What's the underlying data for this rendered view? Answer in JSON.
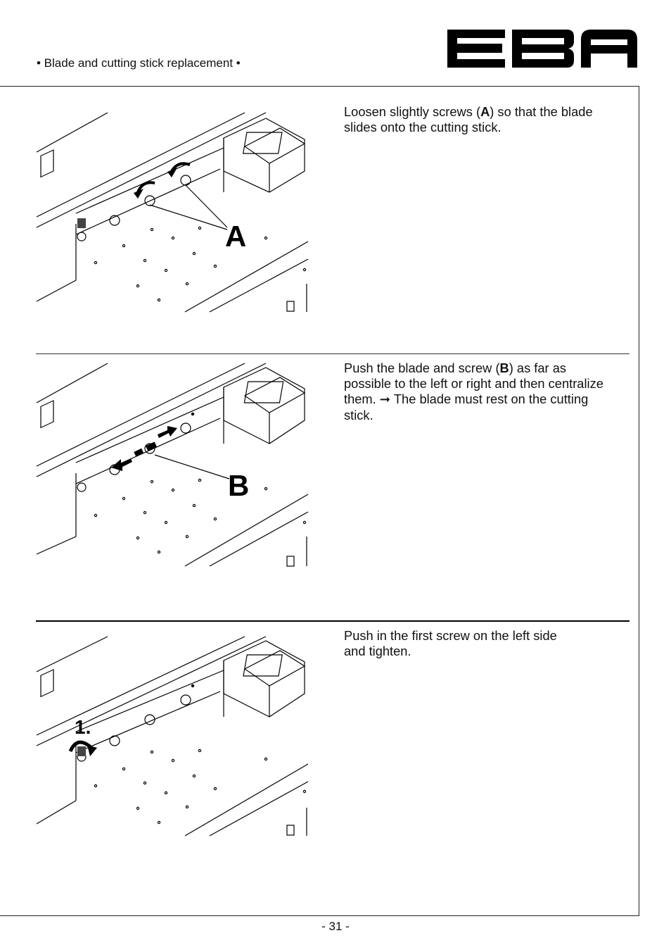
{
  "header": {
    "section_title": "• Blade and cutting stick replacement •",
    "logo_text": "EBA"
  },
  "steps": [
    {
      "text_before": "Loosen slightly screws (",
      "label": "A",
      "text_after": ") so that the blade\nslides onto the cutting stick.",
      "callout": "A"
    },
    {
      "text_before": "Push the blade and screw (",
      "label": "B",
      "text_after": ") as far as\npossible to the left or right and then centralize\nthem. ➞ The blade must rest on the cutting\nstick.",
      "callout": "B"
    },
    {
      "text": "Push in the first screw on the left side\nand tighten.",
      "callout": "1."
    }
  ],
  "footer": {
    "page_number": "- 31 -"
  }
}
